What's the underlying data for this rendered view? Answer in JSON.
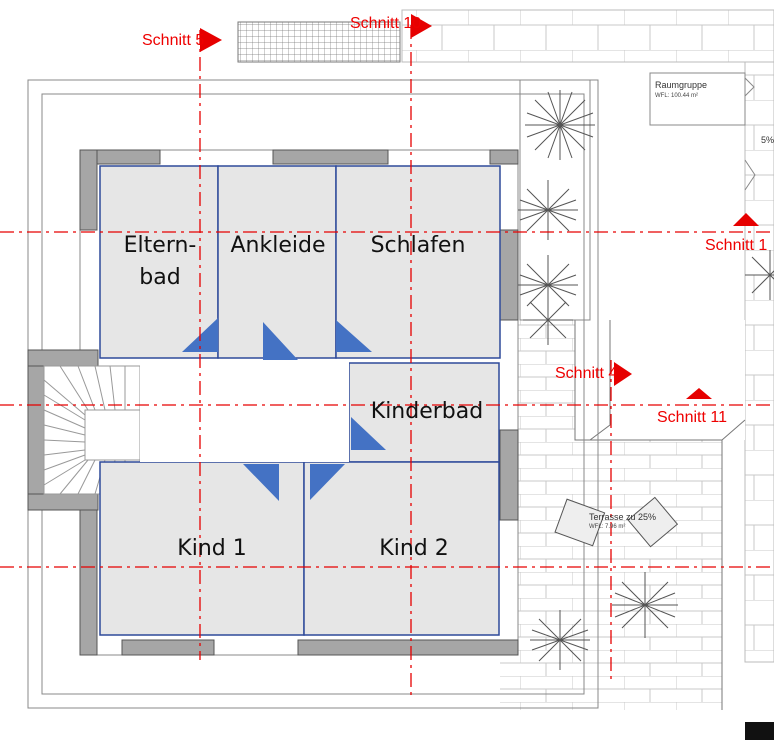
{
  "rooms": {
    "elternbad": "Eltern-\nbad",
    "ankleide": "Ankleide",
    "schlafen": "Schlafen",
    "kinderbad": "Kinderbad",
    "kind1": "Kind 1",
    "kind2": "Kind 2"
  },
  "sections": {
    "s5": "Schnitt 5",
    "s10": "Schnitt 10",
    "s1": "Schnitt 1",
    "s4": "Schnitt 4",
    "s11": "Schnitt 11"
  },
  "annotations": {
    "raumgruppe": "Raumgruppe",
    "raumgruppe_wfl": "WFL: 100.44 m²",
    "pct": "5%",
    "terrasse": "Terrasse zu 25%",
    "terrasse_wfl": "WFL: 7.96 m²"
  },
  "colors": {
    "room_fill": "#e6e6e6",
    "room_border": "#2f4a9a",
    "door": "#4472c4",
    "section": "#e60000",
    "wall": "#a6a6a6"
  }
}
